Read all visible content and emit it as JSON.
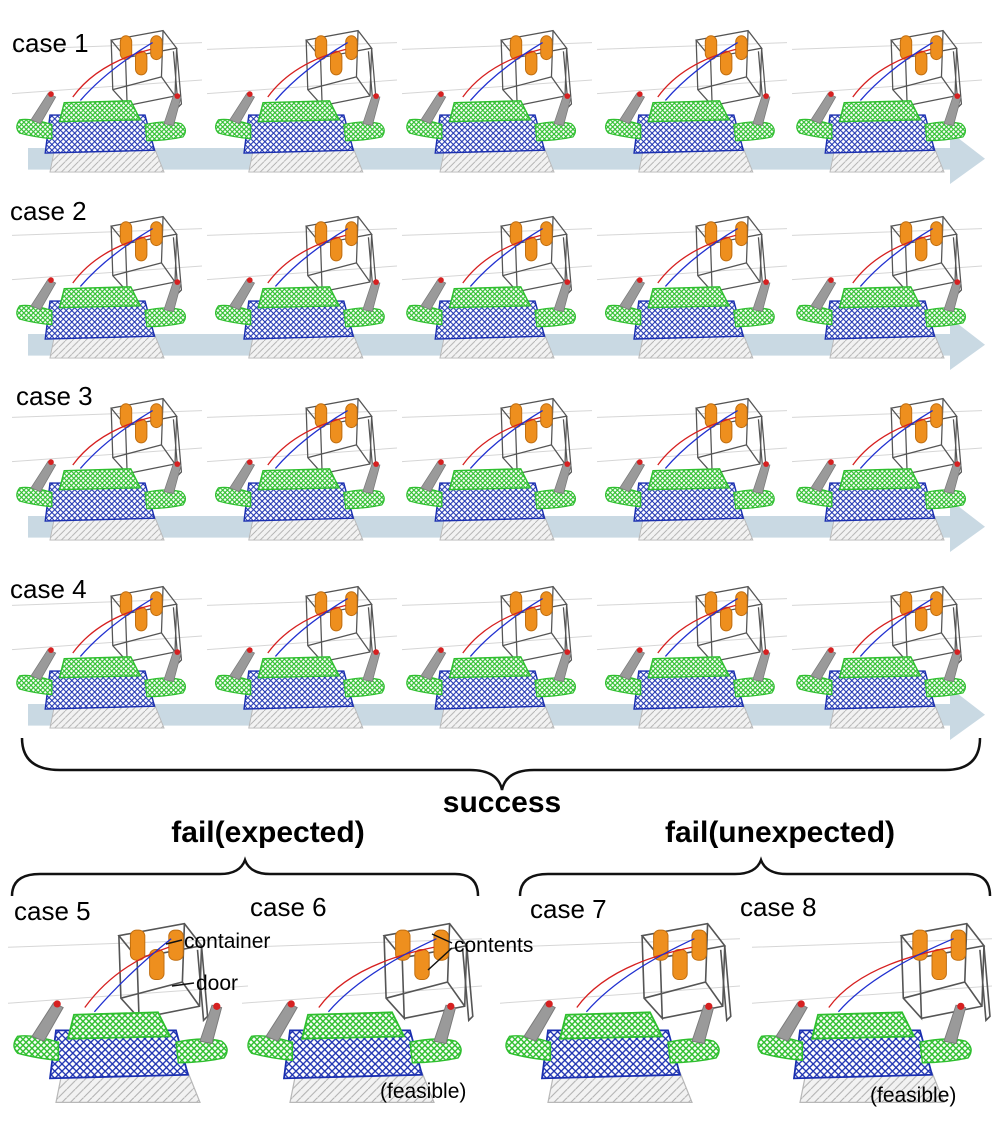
{
  "rows": [
    {
      "label": "case 1"
    },
    {
      "label": "case 2"
    },
    {
      "label": "case 3"
    },
    {
      "label": "case 4"
    }
  ],
  "success_label": "success",
  "fail_expected_label": "fail(expected)",
  "fail_unexpected_label": "fail(unexpected)",
  "fail_cases": [
    {
      "label": "case 5",
      "note": ""
    },
    {
      "label": "case 6",
      "note": "(feasible)"
    },
    {
      "label": "case 7",
      "note": ""
    },
    {
      "label": "case 8",
      "note": "(feasible)"
    }
  ],
  "annotations": {
    "container": "container",
    "door": "door",
    "contents": "contents"
  },
  "colors": {
    "robot_body": "#1a2fb0",
    "robot_top": "#2fbf2f",
    "arm_link": "#9a9a9a",
    "contents": "#ee8f1e",
    "frame": "#555555",
    "arrow": "#c9d9e3",
    "path_red": "#d62020",
    "path_blue": "#2030d0"
  }
}
